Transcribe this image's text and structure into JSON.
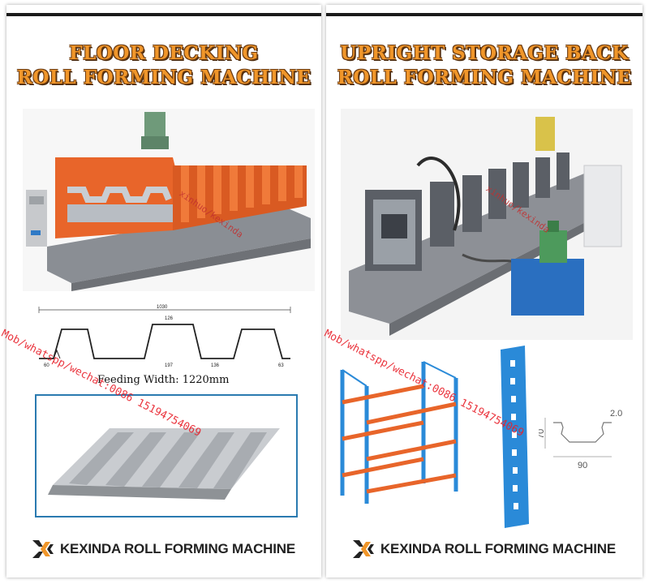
{
  "left": {
    "title_line1": "FLOOR DECKING",
    "title_line2": "ROLL FORMING MACHINE",
    "profile_dims": [
      "1030",
      "126",
      "60",
      "197",
      "136",
      "63"
    ],
    "feeding_width": "Feeding Width: 1220mm",
    "watermark_site": "xinhuo/kexinda",
    "watermark_contact": "Mob/whatspp/wechat:0086 15194754069",
    "footer": "KEXINDA ROLL FORMING MACHINE"
  },
  "right": {
    "title_line1": "UPRIGHT STORAGE BACK",
    "title_line2": "ROLL FORMING MACHINE",
    "profile_dims": [
      "2.0",
      "90",
      "70"
    ],
    "watermark_site": "xinhuo/kexinda",
    "watermark_contact": "Mob/whatspp/wechat:0086 15194754069",
    "footer": "KEXINDA ROLL FORMING MACHINE"
  },
  "colors": {
    "title_fill": "#f0962a",
    "title_outline": "#6b3b12",
    "watermark": "#e8202a",
    "machine_orange": "#e8652a",
    "rack_blue": "#2a8ad8"
  }
}
